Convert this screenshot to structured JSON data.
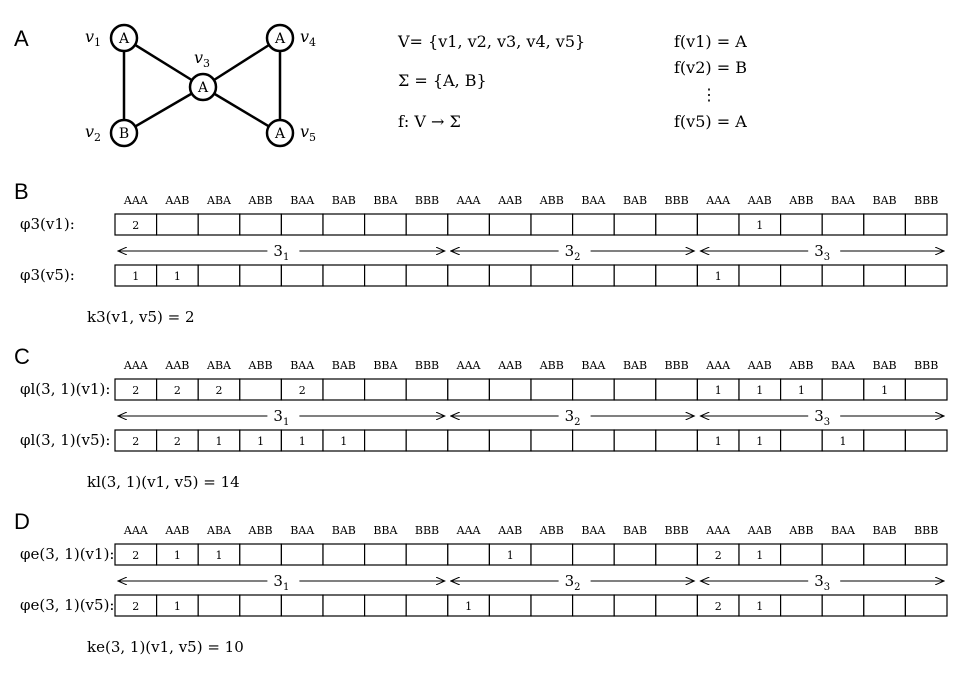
{
  "graph": {
    "panel_label": "A",
    "nodes": [
      {
        "id": "v1",
        "name": "v",
        "sub": "1",
        "label": "A"
      },
      {
        "id": "v2",
        "name": "v",
        "sub": "2",
        "label": "B"
      },
      {
        "id": "v3",
        "name": "v",
        "sub": "3",
        "label": "A"
      },
      {
        "id": "v4",
        "name": "v",
        "sub": "4",
        "label": "A"
      },
      {
        "id": "v5",
        "name": "v",
        "sub": "5",
        "label": "A"
      }
    ],
    "edges": [
      [
        "v1",
        "v2"
      ],
      [
        "v1",
        "v3"
      ],
      [
        "v2",
        "v3"
      ],
      [
        "v3",
        "v4"
      ],
      [
        "v3",
        "v5"
      ],
      [
        "v4",
        "v5"
      ]
    ],
    "definitions": {
      "vertex_set": "V= {v1, v2, v3, v4, v5}",
      "alphabet": "Σ = {A, B}",
      "function": "f: V → Σ",
      "f_v1": "f(v1) = A",
      "f_v2": "f(v2) = B",
      "vdots": "⋮",
      "f_v5": "f(v5) = A"
    }
  },
  "column_headers": [
    "AAA",
    "AAB",
    "ABA",
    "ABB",
    "BAA",
    "BAB",
    "BBA",
    "BBB",
    "AAA",
    "AAB",
    "ABB",
    "BAA",
    "BAB",
    "BBB",
    "AAA",
    "AAB",
    "ABB",
    "BAA",
    "BAB",
    "BBB"
  ],
  "segments": [
    {
      "label": "3",
      "sub": "1",
      "start": 0,
      "end": 8
    },
    {
      "label": "3",
      "sub": "2",
      "start": 8,
      "end": 14
    },
    {
      "label": "3",
      "sub": "3",
      "start": 14,
      "end": 20
    }
  ],
  "panels": [
    {
      "panel_label": "B",
      "row1_label": "φ3(v1):",
      "row1_values": [
        "2",
        "",
        "",
        "",
        "",
        "",
        "",
        "",
        "",
        "",
        "",
        "",
        "",
        "",
        "",
        "1",
        "",
        "",
        "",
        ""
      ],
      "row2_label": "φ3(v5):",
      "row2_values": [
        "1",
        "1",
        "",
        "",
        "",
        "",
        "",
        "",
        "",
        "",
        "",
        "",
        "",
        "",
        "1",
        "",
        "",
        "",
        "",
        ""
      ],
      "kernel": "k3(v1, v5) = 2"
    },
    {
      "panel_label": "C",
      "row1_label": "φl(3, 1)(v1):",
      "row1_values": [
        "2",
        "2",
        "2",
        "",
        "2",
        "",
        "",
        "",
        "",
        "",
        "",
        "",
        "",
        "",
        "1",
        "1",
        "1",
        "",
        "1",
        ""
      ],
      "row2_label": "φl(3, 1)(v5):",
      "row2_values": [
        "2",
        "2",
        "1",
        "1",
        "1",
        "1",
        "",
        "",
        "",
        "",
        "",
        "",
        "",
        "",
        "1",
        "1",
        "",
        "1",
        "",
        ""
      ],
      "kernel": "kl(3, 1)(v1, v5) = 14"
    },
    {
      "panel_label": "D",
      "row1_label": "φe(3, 1)(v1):",
      "row1_values": [
        "2",
        "1",
        "1",
        "",
        "",
        "",
        "",
        "",
        "",
        "1",
        "",
        "",
        "",
        "",
        "2",
        "1",
        "",
        "",
        "",
        ""
      ],
      "row2_label": "φe(3, 1)(v5):",
      "row2_values": [
        "2",
        "1",
        "",
        "",
        "",
        "",
        "",
        "",
        "1",
        "",
        "",
        "",
        "",
        "",
        "2",
        "1",
        "",
        "",
        "",
        ""
      ],
      "kernel": "ke(3, 1)(v1, v5) = 10"
    }
  ]
}
